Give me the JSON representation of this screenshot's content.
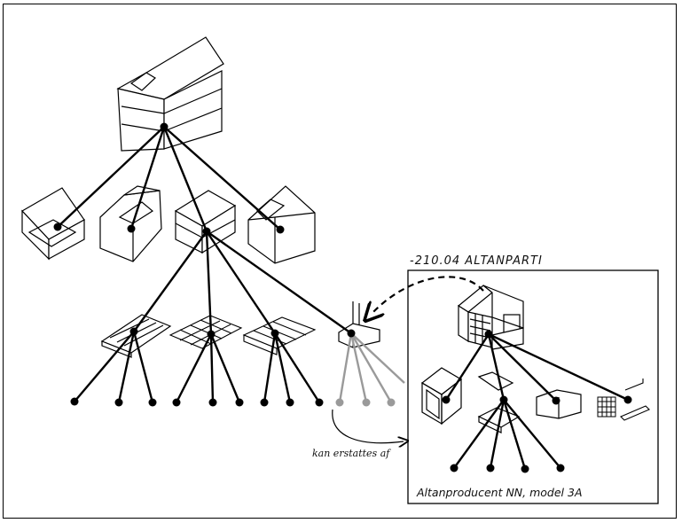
{
  "section_label": "-210.04  ALTANPARTI",
  "inset_caption": "Altanproducent NN, model 3A",
  "replace_note": "kan erstattes af",
  "colors": {
    "ink": "#000000",
    "grey_branch": "#9a9a9a",
    "paper": "#ffffff"
  }
}
